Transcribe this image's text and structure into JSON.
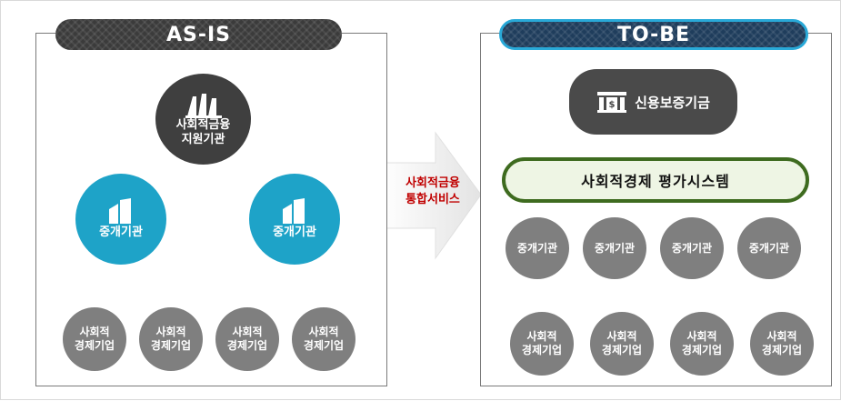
{
  "as_is": {
    "title": "AS-IS",
    "top_node": {
      "line1": "사회적금융",
      "line2": "지원기관"
    },
    "intermediaries": [
      {
        "label": "중개기관"
      },
      {
        "label": "중개기관"
      }
    ],
    "enterprises": [
      {
        "line1": "사회적",
        "line2": "경제기업"
      },
      {
        "line1": "사회적",
        "line2": "경제기업"
      },
      {
        "line1": "사회적",
        "line2": "경제기업"
      },
      {
        "line1": "사회적",
        "line2": "경제기업"
      }
    ]
  },
  "arrow": {
    "line1": "사회적금융",
    "line2": "통합서비스"
  },
  "to_be": {
    "title": "TO-BE",
    "top_node": {
      "label": "신용보증기금"
    },
    "system": {
      "label": "사회적경제 평가시스템"
    },
    "intermediaries": [
      {
        "label": "중개기관"
      },
      {
        "label": "중개기관"
      },
      {
        "label": "중개기관"
      },
      {
        "label": "중개기관"
      }
    ],
    "enterprises": [
      {
        "line1": "사회적",
        "line2": "경제기업"
      },
      {
        "line1": "사회적",
        "line2": "경제기업"
      },
      {
        "line1": "사회적",
        "line2": "경제기업"
      },
      {
        "line1": "사회적",
        "line2": "경제기업"
      }
    ]
  },
  "colors": {
    "blue_node": "#1ea3c8",
    "grey_node": "#7f7f7f",
    "dark_node": "#3f3f3f",
    "green_border": "#3e6b1f",
    "arrow_text": "#c00000"
  },
  "icons": [
    "buildings-icon",
    "building-icon",
    "bank-icon",
    "arrow-right-icon"
  ]
}
